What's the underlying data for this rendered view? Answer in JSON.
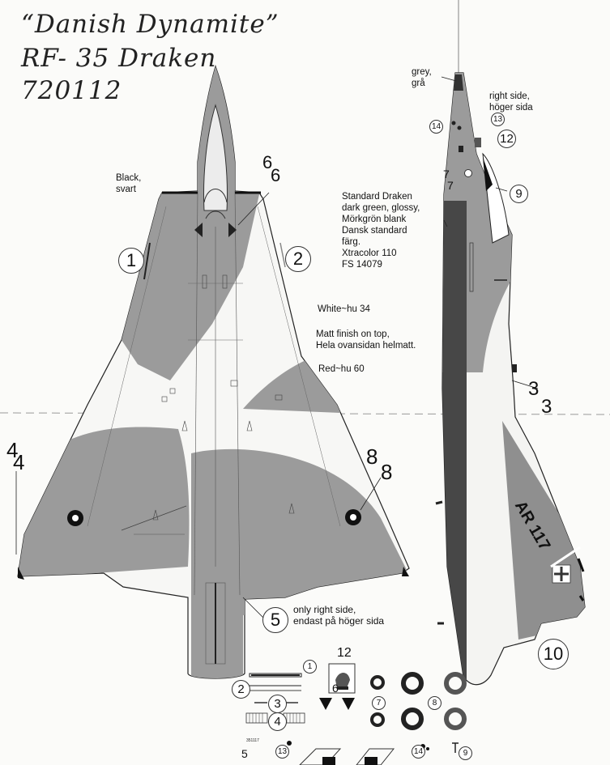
{
  "titles": {
    "line1": "“Danish Dynamite”",
    "line2": "RF- 35 Draken",
    "line3": "720112"
  },
  "notes": {
    "black": [
      "Black,",
      "svart"
    ],
    "grey": [
      "grey,",
      "grå"
    ],
    "right_side": [
      "right side,",
      "höger sida"
    ],
    "standard": [
      "Standard Draken",
      "dark green, glossy,",
      "Mörkgrön blank",
      "Dansk standard",
      "färg.",
      "Xtracolor 110",
      "FS 14079"
    ],
    "white": "White~hu 34",
    "matt": [
      "Matt finish on top,",
      "Hela ovansidan helmatt."
    ],
    "red": "Red~hu 60",
    "only_right": [
      "only right side,",
      "endast på höger sida"
    ]
  },
  "markings": {
    "tail_code": "AR 117",
    "serial_tiny": "351117"
  },
  "callouts": {
    "n1": "1",
    "n2": "2",
    "n3": "3",
    "n4": "4",
    "n5": "5",
    "n6": "6",
    "n7": "7",
    "n8": "8",
    "n9": "9",
    "n10": "10",
    "n12": "12",
    "n13": "13",
    "n14": "14"
  },
  "colors": {
    "grey_camo": "#9b9b9b",
    "dark_green": "#4a4a4a",
    "white": "#f7f7f5",
    "outline": "#222222"
  }
}
